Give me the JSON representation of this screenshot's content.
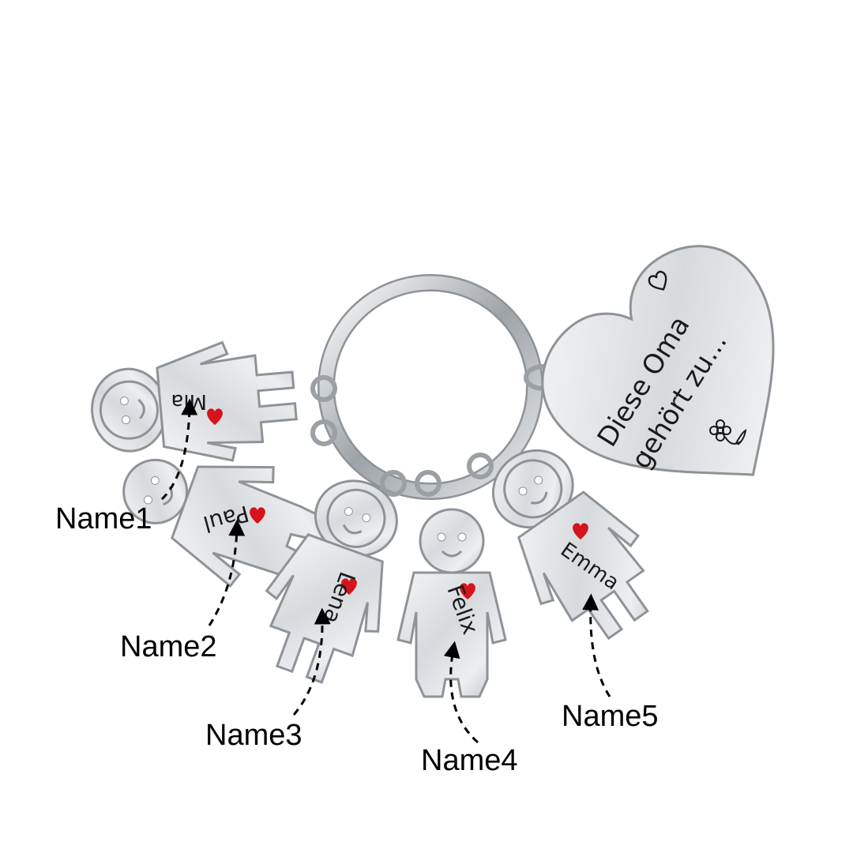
{
  "product": {
    "heart_tag": {
      "line1": "Diese Oma",
      "line2": "gehört zu...",
      "icons": [
        "heart-outline-icon",
        "flower-icon"
      ]
    },
    "charms": [
      {
        "figure": "girl",
        "engraved_name": "Mia",
        "callout": "Name1"
      },
      {
        "figure": "boy",
        "engraved_name": "Paul",
        "callout": "Name2"
      },
      {
        "figure": "girl",
        "engraved_name": "Lena",
        "callout": "Name3"
      },
      {
        "figure": "boy",
        "engraved_name": "Felix",
        "callout": "Name4"
      },
      {
        "figure": "girl",
        "engraved_name": "Emma",
        "callout": "Name5"
      }
    ]
  },
  "colors": {
    "background": "#ffffff",
    "steel": "#d9dcdf",
    "steel_edge": "#8e9398",
    "heart_accent": "#d6141c",
    "text": "#000000"
  }
}
